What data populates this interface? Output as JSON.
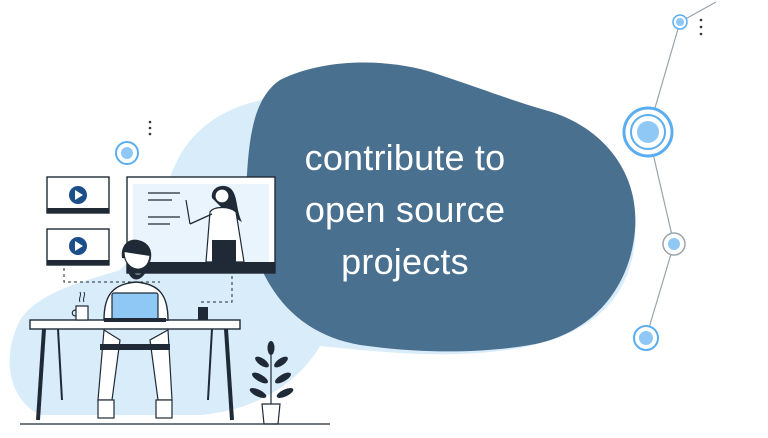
{
  "headline": {
    "line1": "contribute to",
    "line2": "open source",
    "line3": "projects"
  },
  "colors": {
    "blob_dark": "#4a7090",
    "blob_light": "#d9ecfa",
    "accent": "#5aaef0",
    "line": "#1f2a36",
    "play": "#1c4f8a",
    "chain": "#9aa3ab"
  },
  "icons": [
    "video-play-icon",
    "video-play-icon",
    "laptop-icon",
    "coffee-mug-icon",
    "plant-icon",
    "presenter-icon",
    "network-node-icon",
    "more-dots-icon"
  ]
}
